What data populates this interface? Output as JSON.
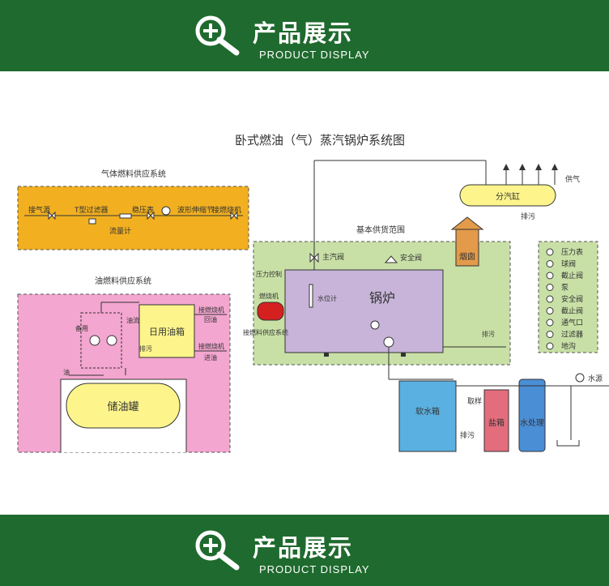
{
  "header": {
    "title_cn": "产品展示",
    "title_en": "PRODUCT DISPLAY"
  },
  "footer": {
    "title_cn": "产品展示",
    "title_en": "PRODUCT DISPLAY"
  },
  "diagram": {
    "title": "卧式燃油（气）蒸汽锅炉系统图",
    "gas_section": {
      "label": "气体燃料供应系统",
      "items": [
        "接气源",
        "T型过滤器",
        "稳压表",
        "波形伸缩节",
        "接燃烧机"
      ],
      "flowmeter": "流量计"
    },
    "oil_section": {
      "label": "油燃料供应系统",
      "day_tank": "日用油箱",
      "storage_tank": "储油罐",
      "standby": "备用",
      "oil_flow": "油流",
      "drain": "排污",
      "oil_in": "油",
      "to_burner_1": "接燃烧机",
      "return_oil": "回油",
      "to_burner_2": "接燃烧机",
      "feed_oil": "进油"
    },
    "boiler_section": {
      "label": "基本供货范围",
      "main_valve": "主汽阀",
      "safety_valve": "安全阀",
      "chimney": "烟囱",
      "pressure_control": "压力控制",
      "burner": "燃烧机",
      "water_level": "水位计",
      "boiler": "锅炉",
      "fuel_supply": "接燃料供应系统",
      "drain": "排污"
    },
    "steam": {
      "header": "分汽缸",
      "supply": "供气",
      "drain": "排污"
    },
    "water": {
      "soft_tank": "软水箱",
      "drain": "排污",
      "sample": "取样",
      "salt_tank": "盐箱",
      "treatment": "水处理",
      "source": "水源"
    },
    "legend": [
      "压力表",
      "球阀",
      "截止阀",
      "泵",
      "安全阀",
      "截止阀",
      "通气口",
      "过滤器",
      "地沟"
    ],
    "colors": {
      "gas_fill": "#f2b020",
      "oil_fill": "#f3a6cf",
      "boiler_area": "#c8e0a6",
      "boiler_body": "#c7b4d8",
      "tank_yellow": "#fdf58c",
      "soft_tank": "#5ab0e0",
      "salt_tank": "#e46d7d",
      "treatment": "#4a8ed6",
      "chimney": "#e39a4a",
      "burner": "#d52020"
    }
  }
}
